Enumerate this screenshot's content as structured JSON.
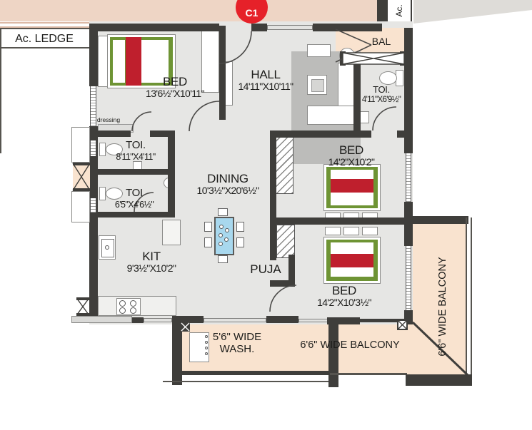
{
  "badge": "C1",
  "corner_note": "Ac.",
  "ledge_label": "Ac. LEDGE",
  "balcony_small": "BAL",
  "dressing": "dressing",
  "rooms": {
    "bed1": {
      "name": "BED",
      "dims": "13'6½\"X10'11\""
    },
    "hall": {
      "name": "HALL",
      "dims": "14'11\"X10'11\""
    },
    "toi_attached": {
      "name": "TOI.",
      "dims": "4'11\"X6'9½\""
    },
    "toi_common_1": {
      "name": "TOI.",
      "dims": "8'11\"X4'11\""
    },
    "toi_common_2": {
      "name": "TOI",
      "dims": "6'5\"X4'6½\""
    },
    "dining": {
      "name": "DINING",
      "dims": "10'3½\"X20'6½\""
    },
    "bed2": {
      "name": "BED",
      "dims": "14'2\"X10'2\""
    },
    "kitchen": {
      "name": "KIT",
      "dims": "9'3½\"X10'2\""
    },
    "puja": {
      "name": "PUJA"
    },
    "bed3": {
      "name": "BED",
      "dims": "14'2\"X10'3½\""
    },
    "wash": {
      "line1": "5'6\" WIDE",
      "line2": "WASH."
    },
    "balcony_bottom": {
      "name": "6'6\" WIDE BALCONY"
    },
    "balcony_right": {
      "name": "6'6\" WIDE BALCONY"
    }
  },
  "colors": {
    "wall": "#3f3e3b",
    "floor": "#e6e6e4",
    "balcony": "#f9e3cf",
    "top_band": "#eed5c5",
    "badge_red": "#e62129",
    "bed_green": "#6e9434",
    "bed_red": "#bf1f2d",
    "table_blue": "#a8d8ee",
    "rug_gray": "#bcbcba"
  }
}
